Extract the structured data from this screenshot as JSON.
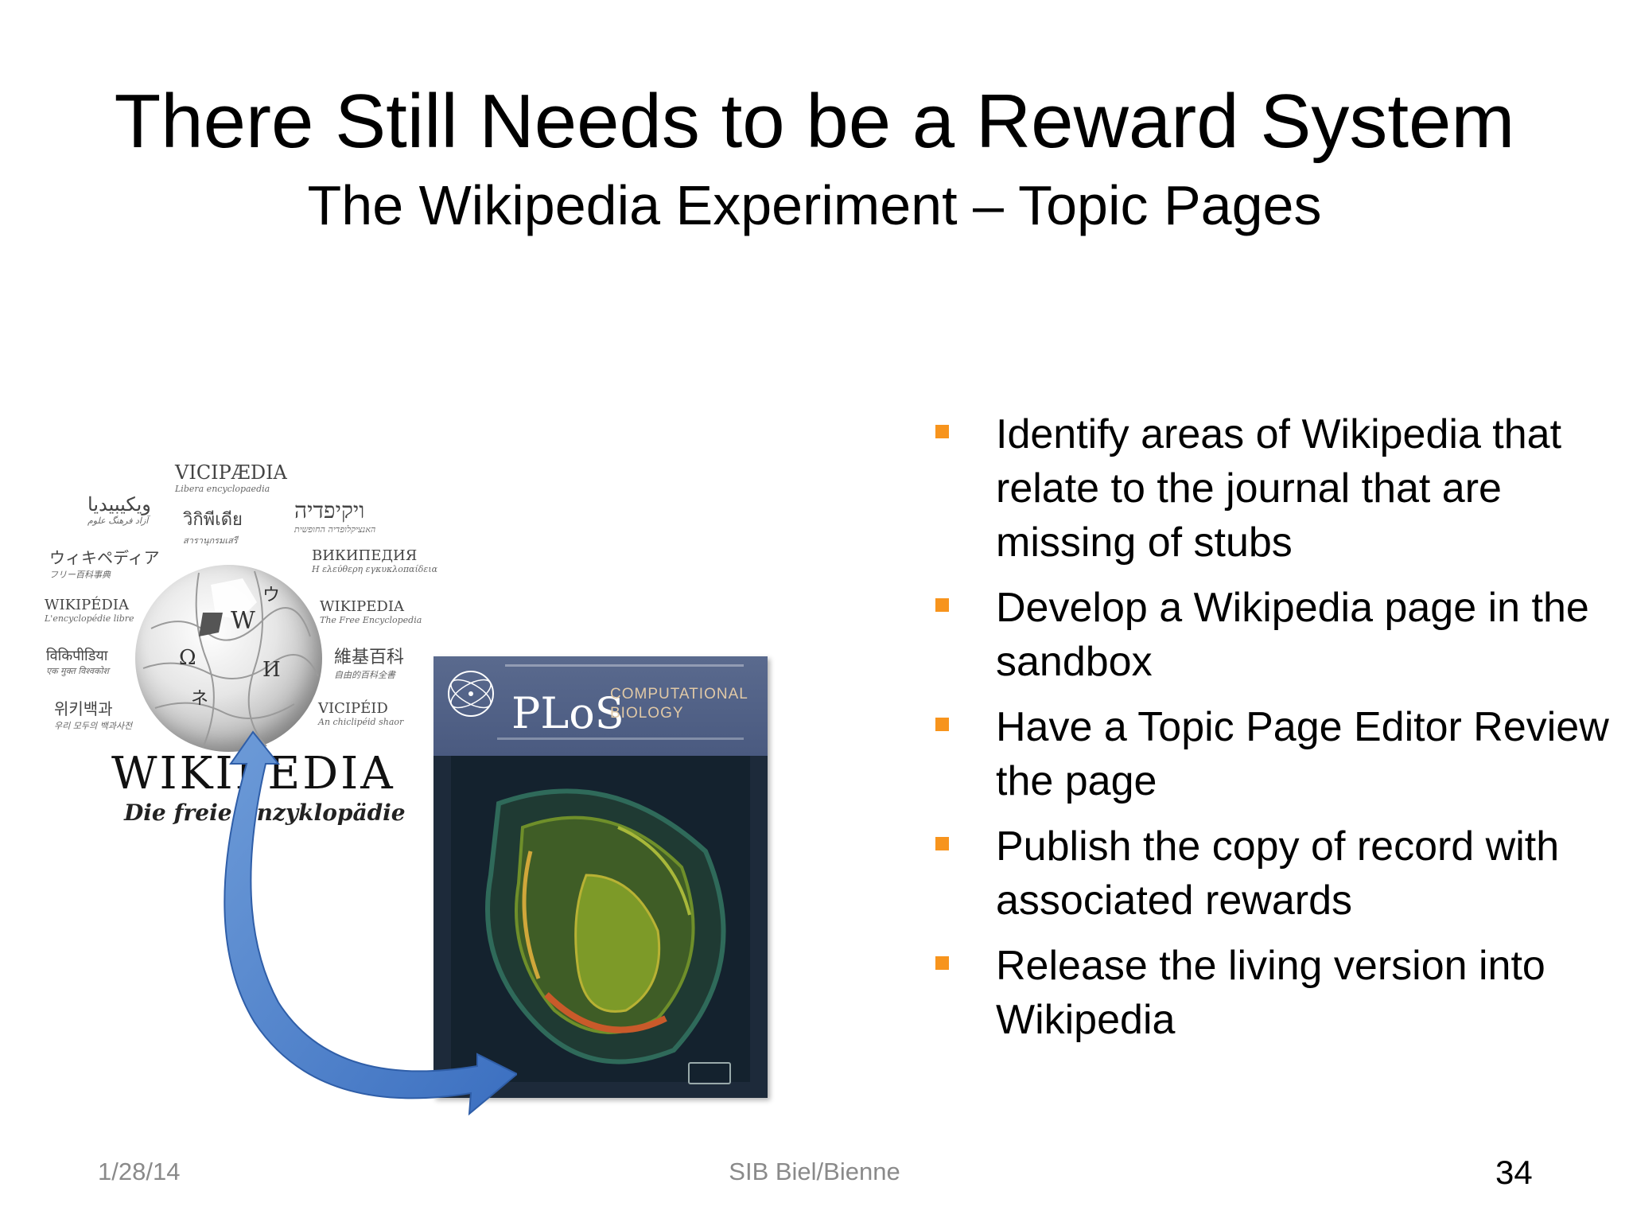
{
  "slide": {
    "title": "There Still Needs to be a Reward System",
    "subtitle": "The Wikipedia Experiment – Topic Pages",
    "bullet_color": "#f7941d",
    "bullets": [
      "Identify areas of Wikipedia that relate to the journal that are missing of stubs",
      "Develop a Wikipedia page in the sandbox",
      "Have a Topic Page Editor Review the page",
      "Publish the copy of record with associated rewards",
      "Release the living version into Wikipedia"
    ],
    "footer": {
      "date": "1/28/14",
      "venue": "SIB  Biel/Bienne",
      "page_number": "34"
    }
  },
  "wikipedia_logo": {
    "wordmark": "WIKIPEDIA",
    "tagline": "Die freie Enzyklopädie",
    "languages": [
      {
        "name": "VICIPÆDIA",
        "sub": "Libera encyclopaedia"
      },
      {
        "name": "ויקיפדיה",
        "sub": "האנציקלופדיה החופשית"
      },
      {
        "name": "ويكيبيديا",
        "sub": "آزاد فرهنگ علوم"
      },
      {
        "name": "วิกิพีเดีย",
        "sub": "สารานุกรมเสรี"
      },
      {
        "name": "ウィキペディア",
        "sub": "フリー百科事典"
      },
      {
        "name": "ВИКИПЕДИЯ",
        "sub": "Η ελεύθερη εγκυκλοπαίδεια"
      },
      {
        "name": "WIKIPÉDIA",
        "sub": "L'encyclopédie libre"
      },
      {
        "name": "WIKIPEDIA",
        "sub": "The Free Encyclopedia"
      },
      {
        "name": "विकिपीडिया",
        "sub": "एक मुक्त विश्वकोश"
      },
      {
        "name": "維基百科",
        "sub": "自由的百科全書"
      },
      {
        "name": "위키백과",
        "sub": "우리 모두의 백과사전"
      },
      {
        "name": "VICIPÉID",
        "sub": "An chiclipéid shaor"
      }
    ]
  },
  "journal_cover": {
    "brand": "PLoS",
    "title_line1": "COMPUTATIONAL",
    "title_line2": "BIOLOGY"
  }
}
